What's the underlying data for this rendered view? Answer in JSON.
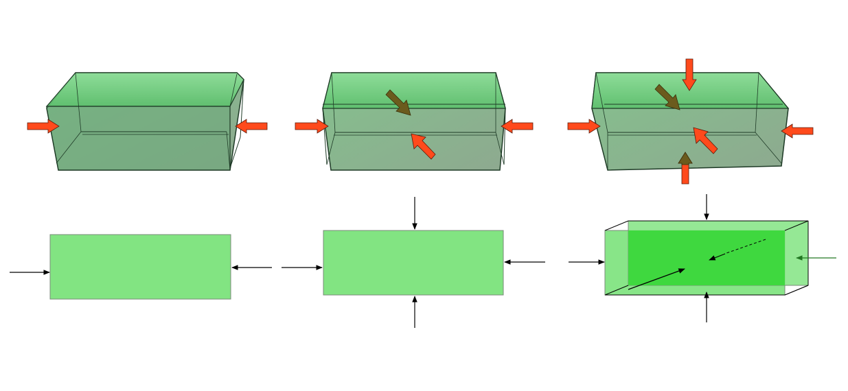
{
  "colors": {
    "background": "#ffffff",
    "prism_fill": "#4dbb63",
    "prism_edge": "#1e3a26",
    "force_arrow": "#ff4a1c",
    "force_arrow_back": "#6b5b1d",
    "rect_fill": "#82e482",
    "rect_fill_dark": "#3fd83f",
    "rect_border": "#7a8a7a",
    "arrow_black": "#000000",
    "arrow_green": "#227722"
  },
  "panels": [
    {
      "id": "uniaxial",
      "forces_3d": 2,
      "forces_2d": 2
    },
    {
      "id": "biaxial",
      "forces_3d": 4,
      "forces_2d": 4
    },
    {
      "id": "triaxial",
      "forces_3d": 6,
      "forces_2d": 6
    }
  ]
}
